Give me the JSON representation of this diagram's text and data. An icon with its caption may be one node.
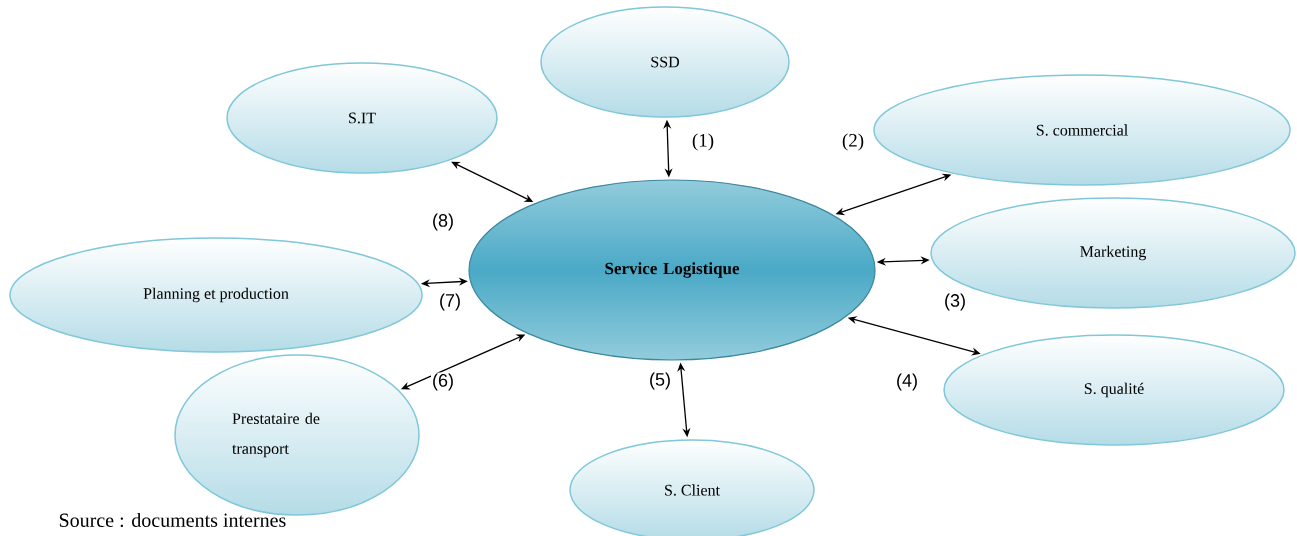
{
  "diagram": {
    "nodes": [
      {
        "text": [
          "SSD"
        ]
      },
      {
        "text": [
          "S.IT"
        ]
      },
      {
        "text": [
          "S. commercial"
        ]
      },
      {
        "text": [
          "**Service** **Logistique**"
        ]
      },
      {
        "text": [
          "Marketing"
        ]
      },
      {
        "text": [
          "Planning et production"
        ]
      },
      {
        "text": [
          "S. qualité"
        ]
      },
      {
        "text": [
          "Prestataire de transport"
        ]
      },
      {
        "text": [
          "S. Client"
        ]
      }
    ],
    "edges": [
      {
        "from": 3,
        "to": 0,
        "arrow": "both",
        "label": "(1)"
      },
      {
        "from": 3,
        "to": 2,
        "arrow": "both",
        "label": "(2)"
      },
      {
        "from": 3,
        "to": 4,
        "arrow": "both",
        "label": "(3)"
      },
      {
        "from": 3,
        "to": 6,
        "arrow": "both",
        "label": "(4)"
      },
      {
        "from": 3,
        "to": 8,
        "arrow": "both",
        "label": "(5)"
      },
      {
        "from": 3,
        "to": 7,
        "arrow": "both",
        "label": "(6)"
      },
      {
        "from": 3,
        "to": 5,
        "arrow": "both",
        "label": "(7)"
      },
      {
        "from": 3,
        "to": 1,
        "arrow": "both",
        "label": "(8)"
      }
    ],
    "labels": [
      "Source : documents internes"
    ]
  }
}
